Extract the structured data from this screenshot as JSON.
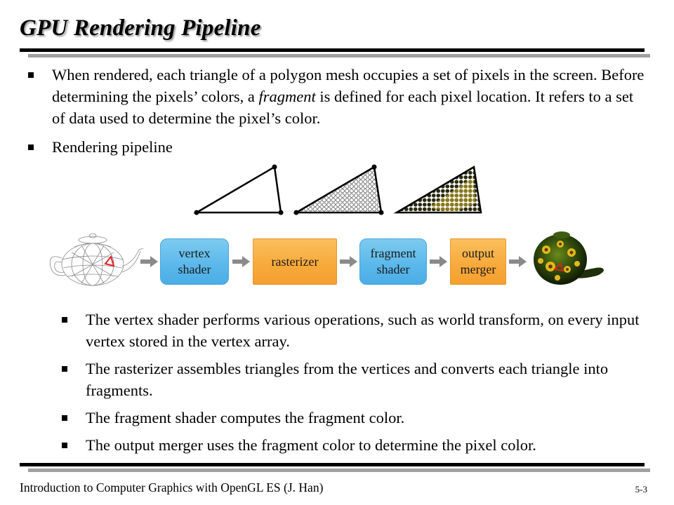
{
  "title": "GPU Rendering Pipeline",
  "bullets": [
    {
      "prefix": "When rendered, each triangle of a polygon mesh occupies a set of pixels in the screen. Before determining the pixels’ colors, a ",
      "emphasis": "fragment",
      "suffix": " is defined for each pixel location. It refers to a set of data used to determine the pixel’s color."
    },
    {
      "text": "Rendering pipeline"
    }
  ],
  "pipeline": {
    "stages": [
      {
        "label_line1": "vertex",
        "label_line2": "shader",
        "color": "#5ab7ea"
      },
      {
        "label_line1": "rasterizer",
        "color": "#f7a93a"
      },
      {
        "label_line1": "fragment",
        "label_line2": "shader",
        "color": "#5ab7ea"
      },
      {
        "label_line1": "output",
        "label_line2": "merger",
        "color": "#f7a93a"
      }
    ],
    "arrow_color": "#8a8a8a"
  },
  "sub_bullets": [
    "The vertex shader performs various operations, such as world transform, on every input vertex stored in the vertex array.",
    "The rasterizer assembles triangles from the vertices and converts each triangle into fragments.",
    "The fragment shader computes the fragment color.",
    "The output merger uses the fragment color to determine the pixel color."
  ],
  "footer": {
    "left": "Introduction to Computer Graphics with OpenGL ES (J. Han)",
    "right": "5-3"
  }
}
